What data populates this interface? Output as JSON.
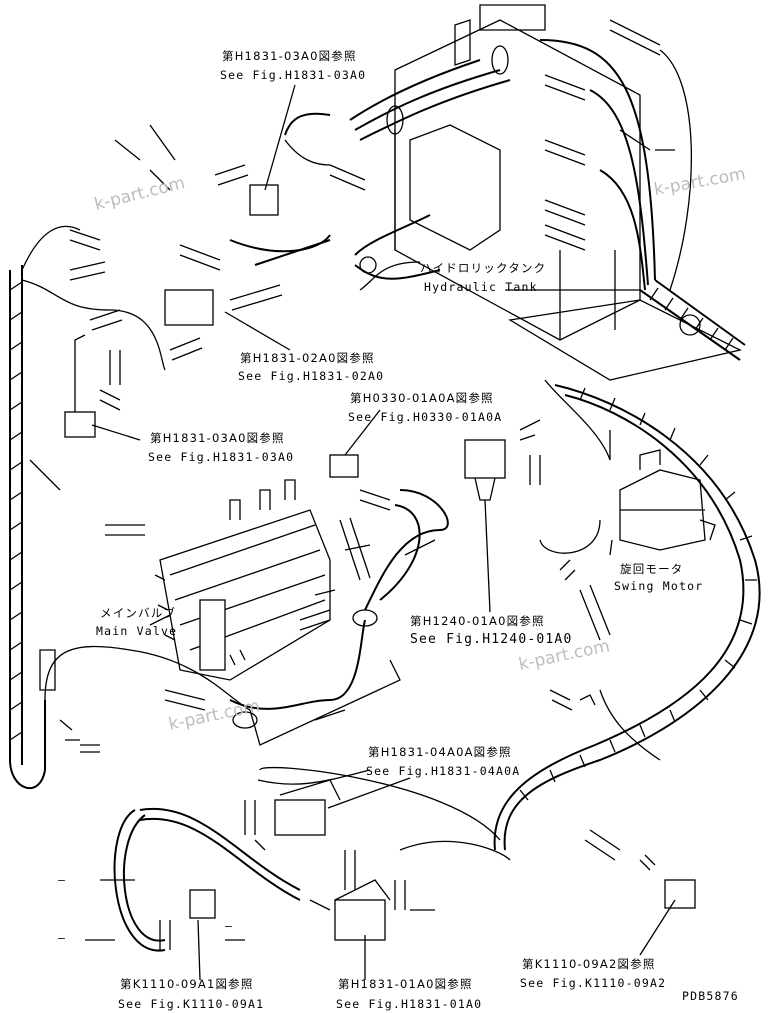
{
  "references": [
    {
      "jp": "第H1831-03A0図参照",
      "en": "See Fig.H1831-03A0"
    },
    {
      "jp": "第H1831-02A0図参照",
      "en": "See Fig.H1831-02A0"
    },
    {
      "jp": "第H1831-03A0図参照",
      "en": "See Fig.H1831-03A0"
    },
    {
      "jp": "第H0330-01A0A図参照",
      "en": "See Fig.H0330-01A0A"
    },
    {
      "jp": "第H1240-01A0図参照",
      "en": "See Fig.H1240-01A0"
    },
    {
      "jp": "第H1831-04A0A図参照",
      "en": "See Fig.H1831-04A0A"
    },
    {
      "jp": "第K1110-09A1図参照",
      "en": "See Fig.K1110-09A1"
    },
    {
      "jp": "第H1831-01A0図参照",
      "en": "See Fig.H1831-01A0"
    },
    {
      "jp": "第K1110-09A2図参照",
      "en": "See Fig.K1110-09A2"
    }
  ],
  "components": {
    "hydraulic_tank": {
      "jp": "ハイドロリックタンク",
      "en": "Hydraulic Tank"
    },
    "main_valve": {
      "jp": "メインバルブ",
      "en": "Main Valve"
    },
    "swing_motor": {
      "jp": "旋回モータ",
      "en": "Swing Motor"
    }
  },
  "watermark": "k-part.com",
  "drawing_number": "PDB5876",
  "blank_marks": [
    "—",
    "—",
    "—"
  ]
}
